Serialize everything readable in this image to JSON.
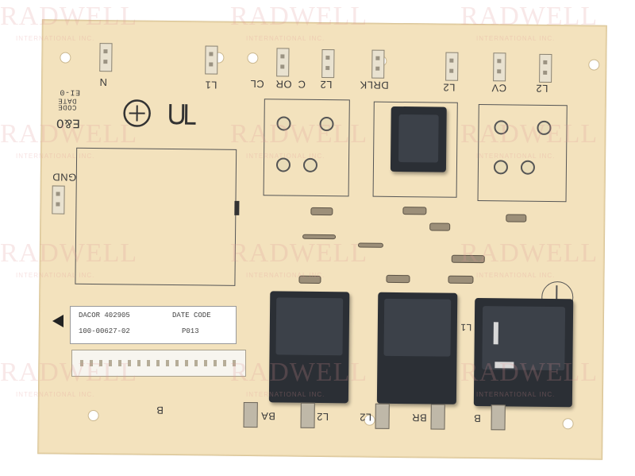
{
  "image": {
    "subject": "relay control circuit board",
    "silkscreen": {
      "top_labels": [
        "N",
        "L1",
        "CL",
        "OR",
        "C",
        "L2",
        "DRLK",
        "L2",
        "CV",
        "L2"
      ],
      "gnd": "GND",
      "date_code_stamp": [
        "DATE",
        "CODE",
        "E&O",
        "EI-0"
      ],
      "bottom_labels": [
        "BA",
        "L2",
        "L2",
        "BR",
        "B",
        "B"
      ],
      "l1_label": "L1"
    },
    "sticker": {
      "line1": "DACOR 402905",
      "line2": "100-00627-02",
      "date_code": "DATE CODE",
      "date_value": "P013"
    },
    "watermark": {
      "brand": "RADWELL",
      "sub": "INTERNATIONAL INC."
    }
  }
}
